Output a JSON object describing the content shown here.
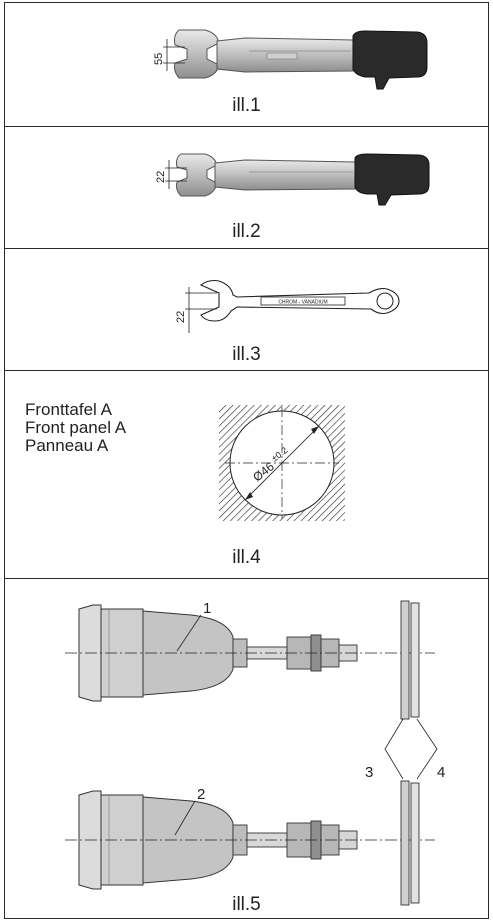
{
  "panels": [
    {
      "caption": "ill.1",
      "dimension": "55"
    },
    {
      "caption": "ill.2",
      "dimension": "22"
    },
    {
      "caption": "ill.3",
      "dimension": "22",
      "wrench_marking": "CHROM - VANADIUM"
    },
    {
      "caption": "ill.4",
      "panel_labels": [
        "Fronttafel A",
        "Front panel A",
        "Panneau A"
      ],
      "diameter_label": "Ø46",
      "tolerance": "±0.2"
    },
    {
      "caption": "ill.5",
      "callouts": [
        "1",
        "2",
        "3",
        "4"
      ]
    }
  ]
}
